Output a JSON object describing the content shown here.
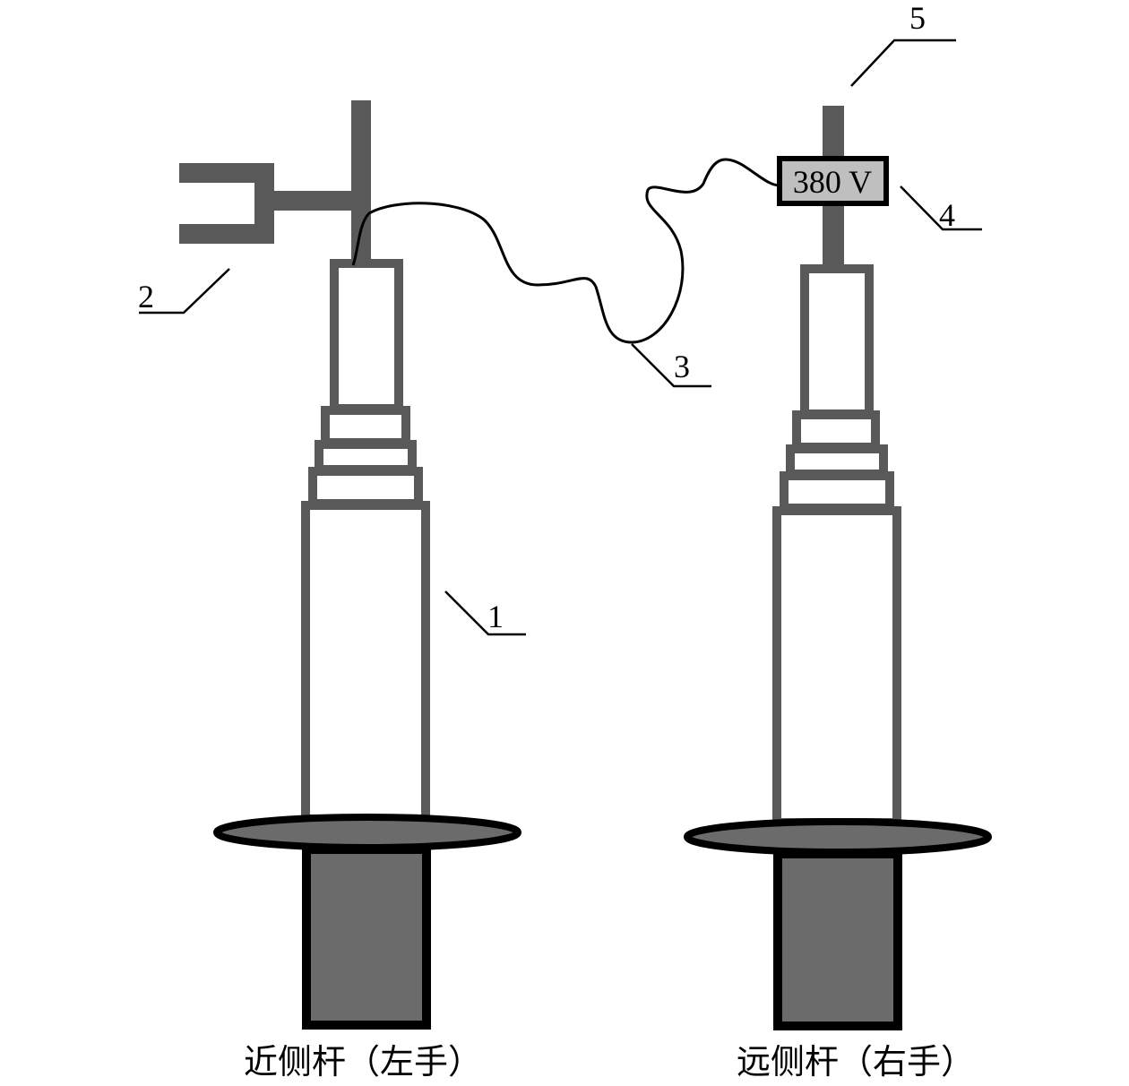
{
  "labels": {
    "rod": "1",
    "hook": "2",
    "wire": "3",
    "meter": "4",
    "tip": "5"
  },
  "meter_reading": "380 V",
  "captions": {
    "left": "近侧杆（左手）",
    "right": "远侧杆（右手）"
  },
  "colors": {
    "rod_stroke": "#595959",
    "grip_fill": "#6b6b6b",
    "meter_fill": "#bfbfbf",
    "line": "#000000"
  }
}
